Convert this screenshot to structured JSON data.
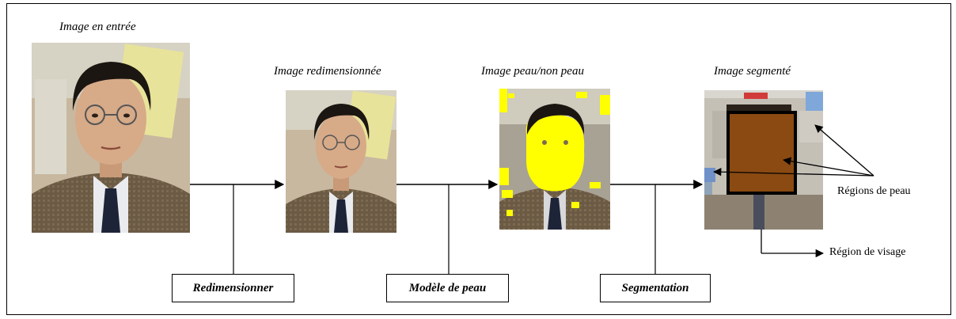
{
  "captions": {
    "input": "Image en entrée",
    "resized": "Image redimensionnée",
    "skin": "Image peau/non peau",
    "segmented": "Image segmenté"
  },
  "steps": {
    "resize": "Redimensionner",
    "skin_model": "Modèle de peau",
    "segmentation": "Segmentation"
  },
  "notes": {
    "skin_regions": "Régions de peau",
    "face_region": "Région de visage"
  }
}
